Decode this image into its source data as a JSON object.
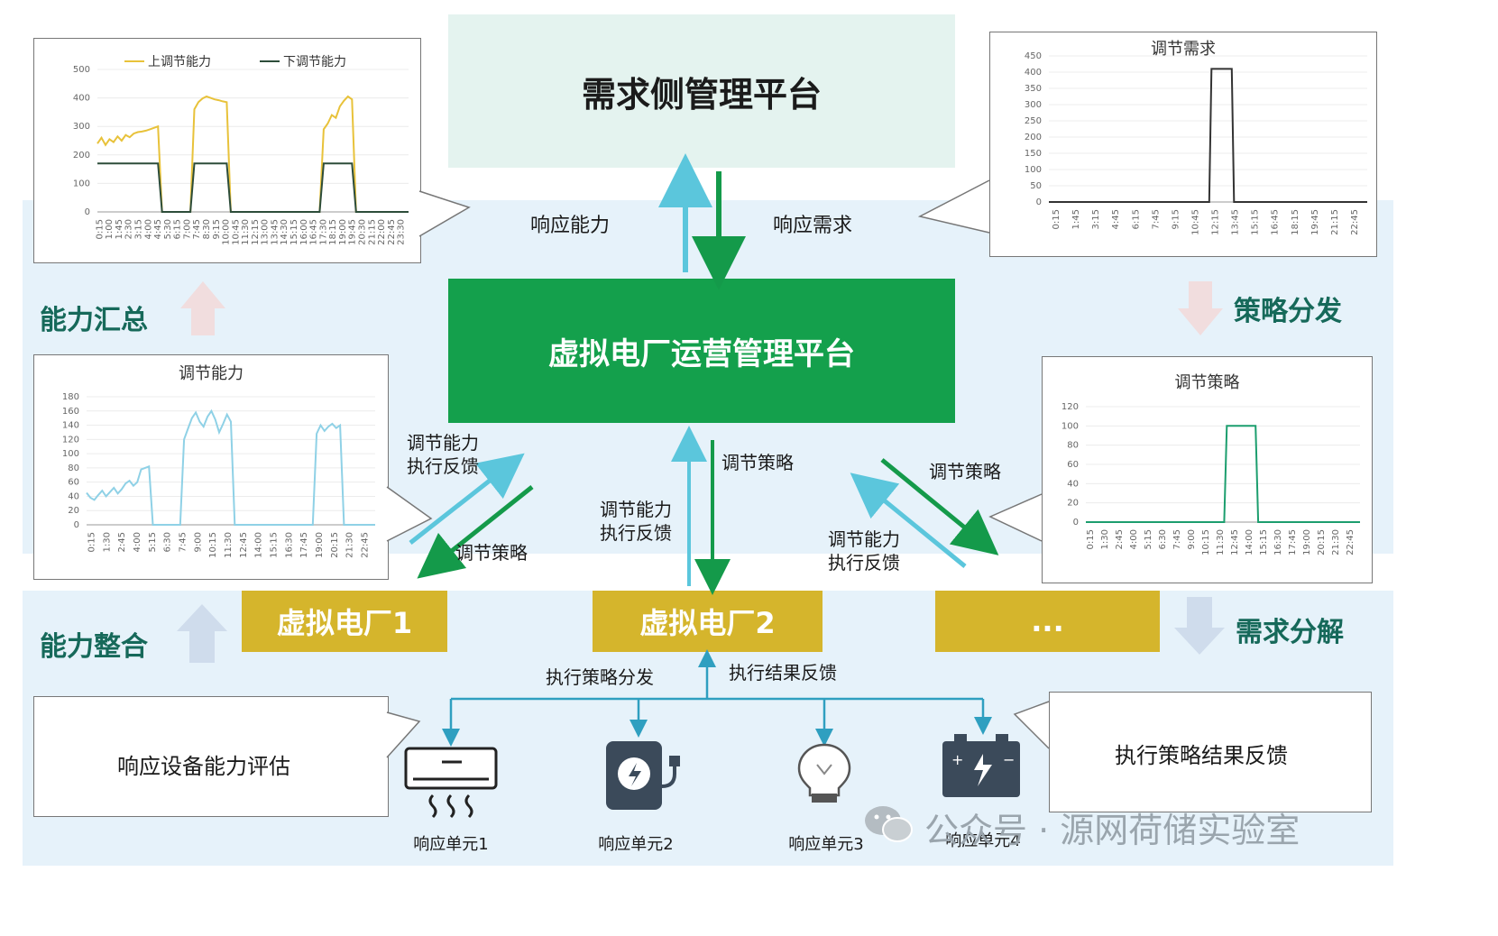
{
  "top_box": {
    "label": "需求侧管理平台"
  },
  "mid_box": {
    "label": "虚拟电厂运营管理平台"
  },
  "vpps": [
    {
      "label": "虚拟电厂1"
    },
    {
      "label": "虚拟电厂2"
    },
    {
      "label": "..."
    }
  ],
  "arrows": {
    "response_capability": "响应能力",
    "response_demand": "响应需求",
    "left_up_line1": "调节能力",
    "left_up_line2": "执行反馈",
    "left_down": "调节策略",
    "center_down": "调节策略",
    "center_up_line1": "调节能力",
    "center_up_line2": "执行反馈",
    "right_down": "调节策略",
    "right_up_line1": "调节能力",
    "right_up_line2": "执行反馈",
    "exec_dispatch": "执行策略分发",
    "exec_feedback": "执行结果反馈"
  },
  "side_labels": {
    "capability_summary": "能力汇总",
    "strategy_dispatch": "策略分发",
    "capability_integration": "能力整合",
    "demand_decomposition": "需求分解"
  },
  "callouts": {
    "left_bottom": "响应设备能力评估",
    "right_bottom": "执行策略结果反馈"
  },
  "units": [
    {
      "label": "响应单元1",
      "icon": "air-conditioner-icon"
    },
    {
      "label": "响应单元2",
      "icon": "ev-charger-icon"
    },
    {
      "label": "响应单元3",
      "icon": "light-bulb-icon"
    },
    {
      "label": "响应单元4",
      "icon": "battery-icon"
    }
  ],
  "watermark": "公众号 · 源网荷储实验室",
  "colors": {
    "band": "#e6f2fa",
    "top_box": "#e4f3ef",
    "mid_box": "#14a04c",
    "vpp": "#d5b52c",
    "arrow_cyan": "#5bc6dc",
    "arrow_green": "#149a4a",
    "tree_line": "#2f8fb0",
    "side_text": "#16695a"
  },
  "chart_data": [
    {
      "id": "top-left",
      "type": "line",
      "title": "",
      "legend": [
        "上调节能力",
        "下调节能力"
      ],
      "legend_position": "top",
      "ylim": [
        0,
        500
      ],
      "yticks": [
        0,
        100,
        200,
        300,
        400,
        500
      ],
      "xticks": [
        "0:15",
        "1:00",
        "1:45",
        "2:30",
        "3:15",
        "4:00",
        "4:45",
        "5:30",
        "6:15",
        "7:00",
        "7:45",
        "8:30",
        "9:15",
        "10:00",
        "10:45",
        "11:30",
        "12:15",
        "13:00",
        "13:45",
        "14:30",
        "15:15",
        "16:00",
        "16:45",
        "17:30",
        "18:15",
        "19:00",
        "19:45",
        "20:30",
        "21:15",
        "22:00",
        "22:45",
        "23:30"
      ],
      "series": [
        {
          "name": "上调节能力",
          "color": "#e8c23a",
          "values": [
            240,
            260,
            235,
            255,
            245,
            265,
            250,
            270,
            262,
            275,
            280,
            282,
            285,
            290,
            295,
            300,
            0,
            0,
            0,
            0,
            0,
            0,
            0,
            0,
            360,
            385,
            398,
            405,
            400,
            395,
            392,
            388,
            385,
            0,
            0,
            0,
            0,
            0,
            0,
            0,
            0,
            0,
            0,
            0,
            0,
            0,
            0,
            0,
            0,
            0,
            0,
            0,
            0,
            0,
            0,
            0,
            290,
            310,
            340,
            330,
            370,
            390,
            405,
            395,
            0,
            0,
            0,
            0,
            0,
            0,
            0,
            0,
            0,
            0,
            0,
            0,
            0,
            0
          ]
        },
        {
          "name": "下调节能力",
          "color": "#2d4d3a",
          "values": [
            170,
            170,
            170,
            170,
            170,
            170,
            170,
            170,
            170,
            170,
            170,
            170,
            170,
            170,
            170,
            170,
            0,
            0,
            0,
            0,
            0,
            0,
            0,
            0,
            170,
            170,
            170,
            170,
            170,
            170,
            170,
            170,
            170,
            0,
            0,
            0,
            0,
            0,
            0,
            0,
            0,
            0,
            0,
            0,
            0,
            0,
            0,
            0,
            0,
            0,
            0,
            0,
            0,
            0,
            0,
            0,
            170,
            170,
            170,
            170,
            170,
            170,
            170,
            170,
            0,
            0,
            0,
            0,
            0,
            0,
            0,
            0,
            0,
            0,
            0,
            0,
            0,
            0
          ]
        }
      ]
    },
    {
      "id": "top-right",
      "type": "line",
      "title": "调节需求",
      "ylim": [
        0,
        450
      ],
      "yticks": [
        0,
        50,
        100,
        150,
        200,
        250,
        300,
        350,
        400,
        450
      ],
      "xticks": [
        "0:15",
        "1:45",
        "3:15",
        "4:45",
        "6:15",
        "7:45",
        "9:15",
        "10:45",
        "12:15",
        "13:45",
        "15:15",
        "16:45",
        "18:15",
        "19:45",
        "21:15",
        "22:45"
      ],
      "series": [
        {
          "name": "",
          "color": "#333333",
          "values": [
            0,
            0,
            0,
            0,
            0,
            0,
            0,
            0,
            0,
            0,
            0,
            0,
            0,
            0,
            0,
            0,
            0,
            0,
            0,
            0,
            0,
            0,
            0,
            0,
            0,
            0,
            0,
            0,
            0,
            0,
            0,
            0,
            0,
            0,
            0,
            0,
            0,
            0,
            0,
            0,
            0,
            0,
            0,
            0,
            0,
            0,
            0,
            0,
            0,
            0,
            0,
            0,
            0,
            0,
            0,
            0,
            0,
            0,
            0,
            0,
            0,
            0,
            0,
            0,
            0,
            0,
            0,
            0,
            0,
            0,
            0,
            0,
            410,
            410,
            410,
            410,
            410,
            410,
            410,
            410,
            410,
            410,
            0,
            0,
            0,
            0,
            0,
            0,
            0,
            0,
            0,
            0,
            0,
            0,
            0,
            0,
            0,
            0,
            0,
            0,
            0,
            0,
            0,
            0,
            0,
            0,
            0,
            0,
            0,
            0,
            0,
            0,
            0,
            0,
            0,
            0,
            0,
            0,
            0,
            0,
            0,
            0,
            0,
            0,
            0,
            0,
            0,
            0,
            0,
            0,
            0,
            0,
            0,
            0,
            0,
            0,
            0,
            0,
            0,
            0,
            0,
            0
          ]
        }
      ]
    },
    {
      "id": "mid-left",
      "type": "line",
      "title": "调节能力",
      "ylim": [
        0,
        180
      ],
      "yticks": [
        0,
        20,
        40,
        60,
        80,
        100,
        120,
        140,
        160,
        180
      ],
      "xticks": [
        "0:15",
        "1:30",
        "2:45",
        "4:00",
        "5:15",
        "6:30",
        "7:45",
        "9:00",
        "10:15",
        "11:30",
        "12:45",
        "14:00",
        "15:15",
        "16:30",
        "17:45",
        "19:00",
        "20:15",
        "21:30",
        "22:45"
      ],
      "series": [
        {
          "name": "",
          "color": "#8fd1e6",
          "values": [
            45,
            38,
            35,
            42,
            48,
            40,
            46,
            52,
            44,
            50,
            58,
            62,
            55,
            60,
            78,
            80,
            82,
            0,
            0,
            0,
            0,
            0,
            0,
            0,
            0,
            120,
            135,
            150,
            158,
            145,
            138,
            152,
            160,
            148,
            130,
            142,
            155,
            145,
            0,
            0,
            0,
            0,
            0,
            0,
            0,
            0,
            0,
            0,
            0,
            0,
            0,
            0,
            0,
            0,
            0,
            0,
            0,
            0,
            0,
            128,
            140,
            132,
            138,
            142,
            136,
            140,
            0,
            0,
            0,
            0,
            0,
            0,
            0,
            0,
            0
          ]
        }
      ]
    },
    {
      "id": "mid-right",
      "type": "line",
      "title": "调节策略",
      "ylim": [
        0,
        120
      ],
      "yticks": [
        0,
        20,
        40,
        60,
        80,
        100,
        120
      ],
      "xticks": [
        "0:15",
        "1:30",
        "2:45",
        "4:00",
        "5:15",
        "6:30",
        "7:45",
        "9:00",
        "10:15",
        "11:30",
        "12:45",
        "14:00",
        "15:15",
        "16:30",
        "17:45",
        "19:00",
        "20:15",
        "21:30",
        "22:45"
      ],
      "series": [
        {
          "name": "",
          "color": "#1c9e6e",
          "values": [
            0,
            0,
            0,
            0,
            0,
            0,
            0,
            0,
            0,
            0,
            0,
            0,
            0,
            0,
            0,
            0,
            0,
            0,
            0,
            0,
            0,
            0,
            0,
            0,
            0,
            0,
            0,
            0,
            0,
            0,
            0,
            0,
            0,
            0,
            0,
            0,
            0,
            0,
            0,
            0,
            0,
            0,
            0,
            0,
            0,
            0,
            0,
            0,
            0,
            0,
            0,
            0,
            0,
            0,
            100,
            100,
            100,
            100,
            100,
            100,
            100,
            100,
            100,
            100,
            100,
            100,
            0,
            0,
            0,
            0,
            0,
            0,
            0,
            0,
            0,
            0,
            0,
            0,
            0,
            0,
            0,
            0,
            0,
            0,
            0,
            0,
            0,
            0,
            0,
            0,
            0,
            0,
            0,
            0,
            0,
            0,
            0,
            0,
            0,
            0,
            0,
            0,
            0,
            0,
            0,
            0
          ]
        }
      ]
    }
  ]
}
